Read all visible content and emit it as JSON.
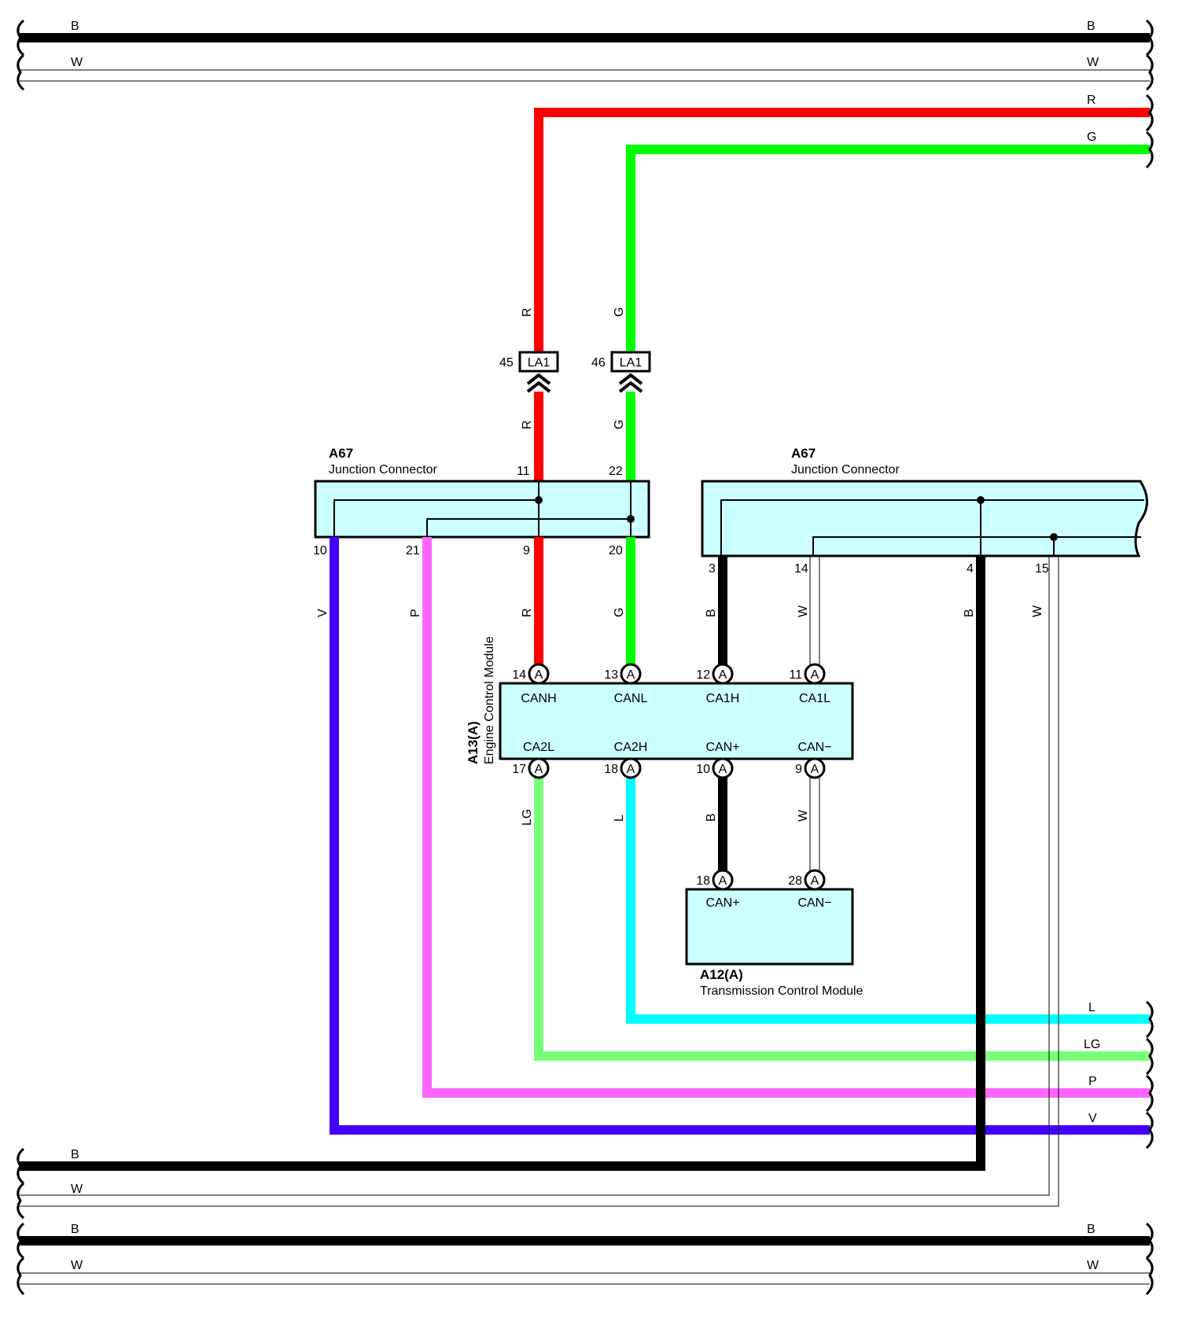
{
  "colors": {
    "B": "#000000",
    "W": "#ffffff",
    "R": "#ff0000",
    "G": "#00ff00",
    "L": "#00ffff",
    "LG": "#77ff77",
    "P": "#ff66ff",
    "V": "#4400ff",
    "box_fill": "#ccffff"
  },
  "bus_left_labels": {
    "b1": "B",
    "w1": "W",
    "b2": "B",
    "w2": "W",
    "b3": "B",
    "w3": "W"
  },
  "bus_right_labels": {
    "b1": "B",
    "w1": "W",
    "r": "R",
    "g": "G",
    "l": "L",
    "lg": "LG",
    "p": "P",
    "v": "V",
    "b3": "B",
    "w3": "W"
  },
  "la1": {
    "left": {
      "pin": "45",
      "label": "LA1",
      "wire_top": "R",
      "wire_bottom": "R"
    },
    "right": {
      "pin": "46",
      "label": "LA1",
      "wire_top": "G",
      "wire_bottom": "G"
    }
  },
  "a67_left": {
    "id": "A67",
    "name": "Junction Connector",
    "pins": {
      "p11": "11",
      "p22": "22",
      "p10": "10",
      "p21": "21",
      "p9": "9",
      "p20": "20"
    },
    "wires": {
      "v": "V",
      "p": "P",
      "r": "R",
      "g": "G"
    }
  },
  "a67_right": {
    "id": "A67",
    "name": "Junction Connector",
    "pins": {
      "p3": "3",
      "p14": "14",
      "p4": "4",
      "p15": "15"
    },
    "wires": {
      "b3": "B",
      "w14": "W",
      "b4": "B",
      "w15": "W"
    }
  },
  "ecm": {
    "id": "A13(A)",
    "name": "Engine Control Module",
    "connector": "A",
    "top_pins": [
      "14",
      "13",
      "12",
      "11"
    ],
    "top_terms": [
      "CANH",
      "CANL",
      "CA1H",
      "CA1L"
    ],
    "bottom_pins": [
      "17",
      "18",
      "10",
      "9"
    ],
    "bottom_terms": [
      "CA2L",
      "CA2H",
      "CAN+",
      "CAN−"
    ],
    "bottom_wires": [
      "LG",
      "L",
      "B",
      "W"
    ]
  },
  "tcm": {
    "id": "A12(A)",
    "name": "Transmission Control Module",
    "connector": "A",
    "pins": [
      "18",
      "28"
    ],
    "terms": [
      "CAN+",
      "CAN−"
    ]
  }
}
